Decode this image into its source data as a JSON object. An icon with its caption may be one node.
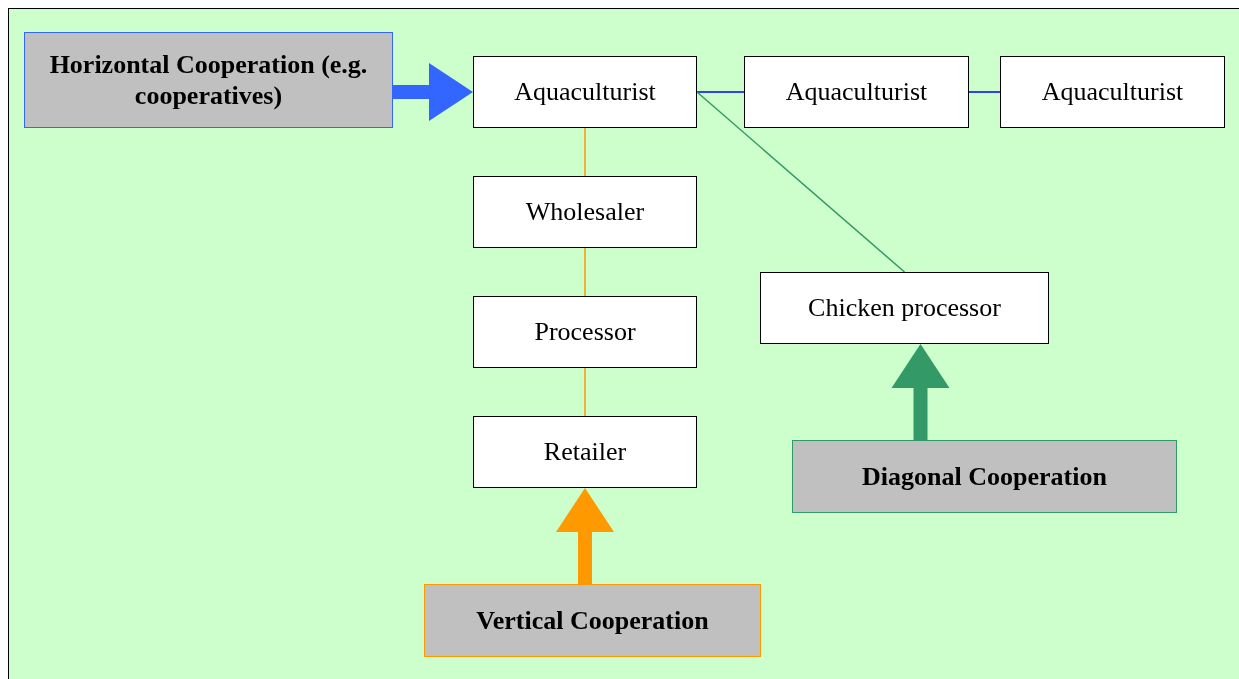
{
  "diagram": {
    "nodes": [
      {
        "text": [
          "Horizontal Cooperation (e.g. cooperatives)"
        ]
      },
      {
        "text": [
          "Aquaculturist"
        ]
      },
      {
        "text": [
          "Aquaculturist"
        ]
      },
      {
        "text": [
          "Aquaculturist"
        ]
      },
      {
        "text": [
          "Wholesaler"
        ]
      },
      {
        "text": [
          "Processor"
        ]
      },
      {
        "text": [
          "Retailer"
        ]
      },
      {
        "text": [
          "Chicken processor"
        ]
      },
      {
        "text": [
          "Diagonal Cooperation"
        ]
      },
      {
        "text": [
          "Vertical Cooperation"
        ]
      }
    ],
    "edges": [
      {
        "from": 0,
        "to": 1,
        "arrow": "to",
        "style": "thick",
        "color": "#3366ff"
      },
      {
        "from": 1,
        "to": 2,
        "arrow": "none",
        "color": "#0000ff"
      },
      {
        "from": 2,
        "to": 3,
        "arrow": "none",
        "color": "#0000ff"
      },
      {
        "from": 1,
        "to": 4,
        "arrow": "none"
      },
      {
        "from": 4,
        "to": 5,
        "arrow": "none"
      },
      {
        "from": 5,
        "to": 6,
        "arrow": "none"
      },
      {
        "from": 1,
        "to": 7,
        "arrow": "none",
        "color": "#339966"
      },
      {
        "from": 9,
        "to": 6,
        "arrow": "to",
        "style": "thick"
      },
      {
        "from": 8,
        "to": 7,
        "arrow": "to",
        "style": "thick",
        "color": "#339966"
      }
    ]
  }
}
